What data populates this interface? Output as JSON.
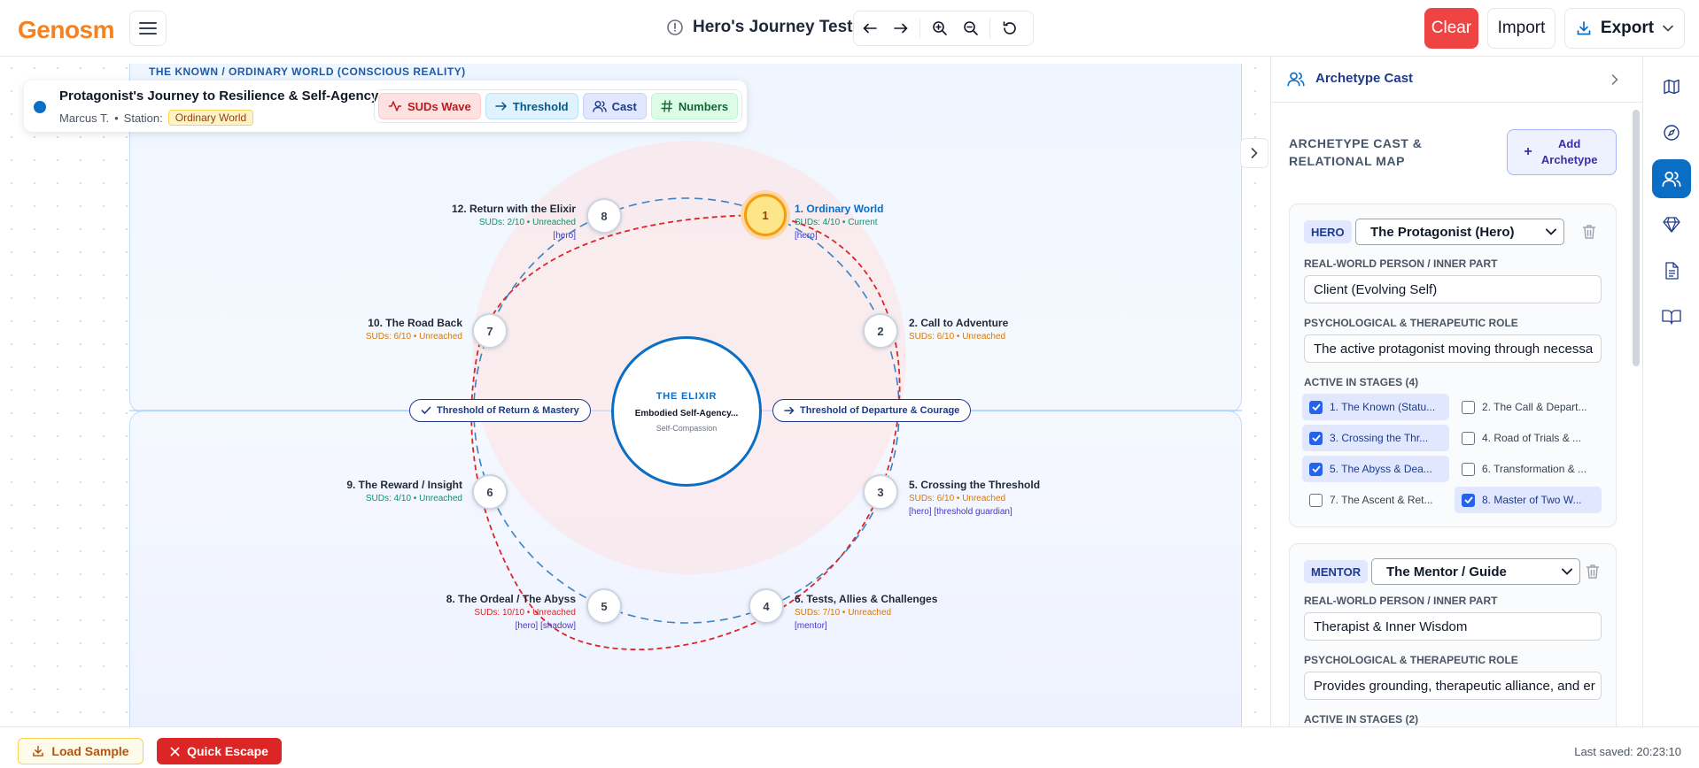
{
  "app": {
    "logo": "Genosm",
    "doc_title": "Hero's Journey Test"
  },
  "toolbar": {
    "clear": "Clear",
    "import": "Import",
    "export": "Export"
  },
  "canvas": {
    "zone_label": "THE KNOWN / ORDINARY WORLD (CONSCIOUS REALITY)",
    "info": {
      "title": "Protagonist's Journey to Resilience & Self-Agency",
      "person": "Marcus T.",
      "station_label": "Station:",
      "station": "Ordinary World"
    },
    "chips": [
      "SUDs Wave",
      "Threshold",
      "Cast",
      "Numbers"
    ],
    "center": {
      "heading": "THE ELIXIR",
      "main": "Embodied Self-Agency...",
      "caption": "Self-Compassion"
    },
    "thresholds": {
      "departure": "Threshold of Departure & Courage",
      "return": "Threshold of Return & Mastery"
    },
    "stages": [
      {
        "node": "1",
        "title": "1. Ordinary World",
        "suds": "SUDs: 4/10 • Current",
        "cast": "[hero]"
      },
      {
        "node": "2",
        "title": "2. Call to Adventure",
        "suds": "SUDs: 6/10 • Unreached",
        "cast": ""
      },
      {
        "node": "3",
        "title": "5. Crossing the Threshold",
        "suds": "SUDs: 6/10 • Unreached",
        "cast": "[hero] [threshold guardian]"
      },
      {
        "node": "4",
        "title": "6. Tests, Allies & Challenges",
        "suds": "SUDs: 7/10 • Unreached",
        "cast": "[mentor]"
      },
      {
        "node": "5",
        "title": "8. The Ordeal / The Abyss",
        "suds": "SUDs: 10/10 • Unreached",
        "cast": "[hero] [shadow]"
      },
      {
        "node": "6",
        "title": "9. The Reward / Insight",
        "suds": "SUDs: 4/10 • Unreached",
        "cast": ""
      },
      {
        "node": "7",
        "title": "10. The Road Back",
        "suds": "SUDs: 6/10 • Unreached",
        "cast": ""
      },
      {
        "node": "8",
        "title": "12. Return with the Elixir",
        "suds": "SUDs: 2/10 • Unreached",
        "cast": "[hero]"
      }
    ]
  },
  "panel": {
    "title": "Archetype Cast",
    "section_title": "ARCHETYPE CAST & RELATIONAL MAP",
    "add_button": "Add Archetype",
    "cards": [
      {
        "tag": "HERO",
        "archetype": "The Protagonist (Hero)",
        "person_label": "REAL-WORLD PERSON / INNER PART",
        "person": "Client (Evolving Self)",
        "role_label": "PSYCHOLOGICAL & THERAPEUTIC ROLE",
        "role": "The active protagonist moving through necessa",
        "stages_label": "ACTIVE IN STAGES (4)",
        "stages": [
          {
            "label": "1. The Known (Statu...",
            "on": true
          },
          {
            "label": "2. The Call & Depart...",
            "on": false
          },
          {
            "label": "3. Crossing the Thr...",
            "on": true
          },
          {
            "label": "4. Road of Trials & ...",
            "on": false
          },
          {
            "label": "5. The Abyss & Dea...",
            "on": true
          },
          {
            "label": "6. Transformation & ...",
            "on": false
          },
          {
            "label": "7. The Ascent & Ret...",
            "on": false
          },
          {
            "label": "8. Master of Two W...",
            "on": true
          }
        ]
      },
      {
        "tag": "MENTOR",
        "archetype": "The Mentor / Guide",
        "person_label": "REAL-WORLD PERSON / INNER PART",
        "person": "Therapist & Inner Wisdom",
        "role_label": "PSYCHOLOGICAL & THERAPEUTIC ROLE",
        "role": "Provides grounding, therapeutic alliance, and er",
        "stages_label": "ACTIVE IN STAGES (2)"
      }
    ]
  },
  "footer": {
    "load_sample": "Load Sample",
    "quick_escape": "Quick Escape",
    "last_saved": "Last saved: 20:23:10"
  },
  "colors": {
    "brand": "#f5811f",
    "accent": "#0b6ec5",
    "danger": "#ef4444",
    "suds_wave": "#dc2626",
    "journey_path": "#3b82c4"
  }
}
